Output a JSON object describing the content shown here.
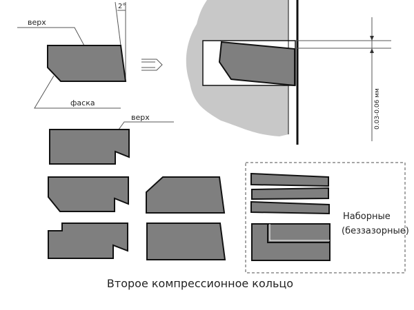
{
  "labels": {
    "top": "верх",
    "angle": "2°",
    "chamfer": "фаска",
    "top2": "верх",
    "gap": "0.03-0.06 мм",
    "stacked_line1": "Наборные",
    "stacked_line2": "(беззазорные)",
    "caption": "Второе компрессионное кольцо"
  },
  "colors": {
    "ring": "#7f7f7f",
    "piston": "#c8c8c8"
  }
}
